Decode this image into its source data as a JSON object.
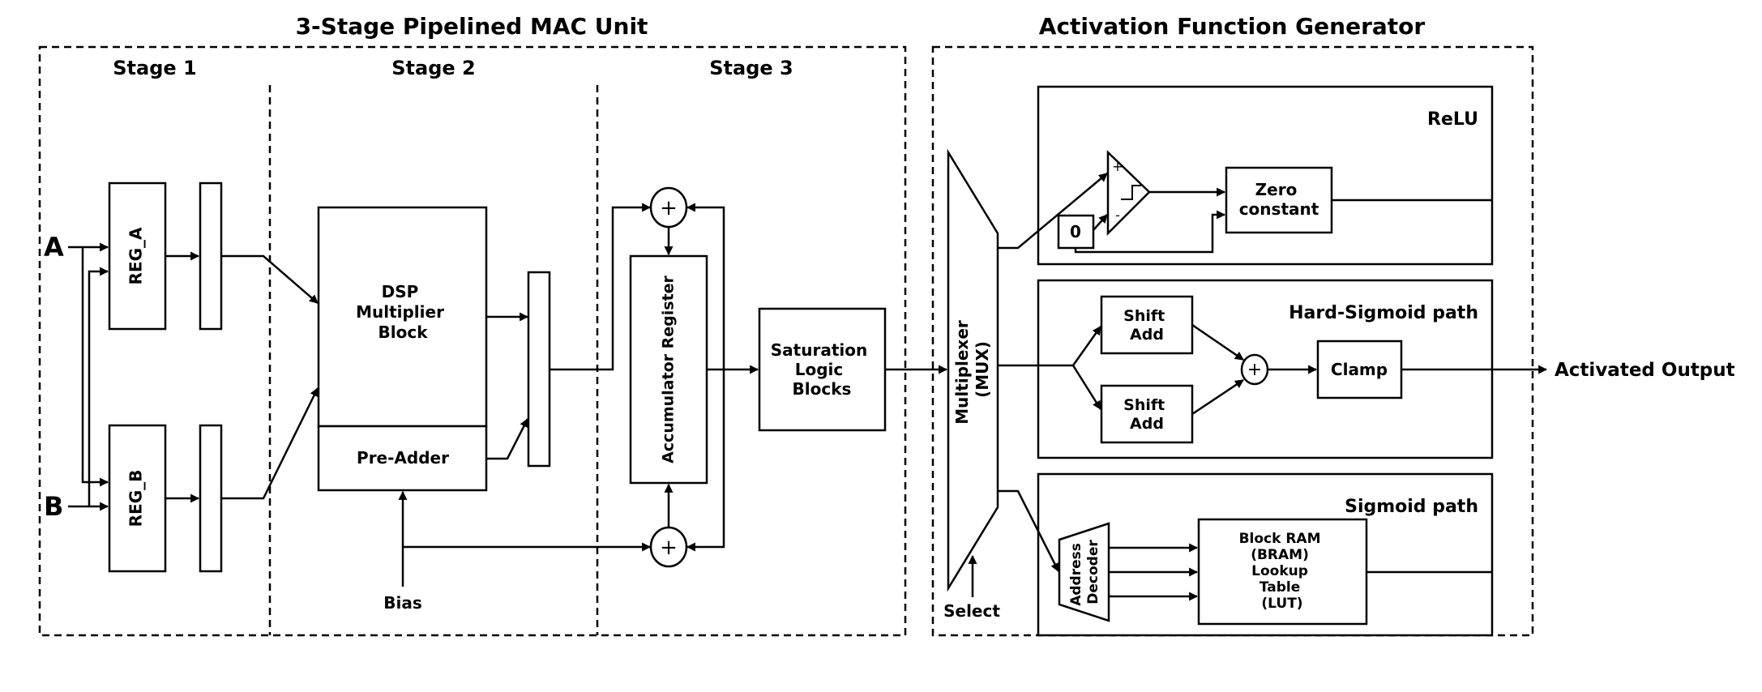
{
  "titles": {
    "mac": "3-Stage Pipelined MAC Unit",
    "afg": "Activation Function Generator"
  },
  "stages": {
    "s1": "Stage 1",
    "s2": "Stage 2",
    "s3": "Stage 3"
  },
  "inputs": {
    "a": "A",
    "b": "B",
    "bias": "Bias",
    "select": "Select"
  },
  "blocks": {
    "reg_a": "REG_A",
    "reg_b": "REG_B",
    "dsp": [
      "DSP",
      "Multiplier",
      "Block"
    ],
    "pre_adder": "Pre-Adder",
    "accumulator": "Accumulator Register",
    "saturation": [
      "Saturation",
      "Logic",
      "Blocks"
    ],
    "mux": [
      "Multiplexer",
      "(MUX)"
    ],
    "zero": [
      "Zero",
      "constant"
    ],
    "zero_const": "0",
    "shift_add": [
      "Shift",
      "Add"
    ],
    "clamp": "Clamp",
    "addr_decoder": [
      "Address",
      "Decoder"
    ],
    "bram": [
      "Block RAM",
      "(BRAM)",
      "Lookup",
      "Table",
      "(LUT)"
    ]
  },
  "paths": {
    "relu": "ReLU",
    "hard_sigmoid": "Hard-Sigmoid path",
    "sigmoid": "Sigmoid path"
  },
  "symbols": {
    "plus": "+",
    "minus": "-"
  },
  "output": "Activated Output"
}
